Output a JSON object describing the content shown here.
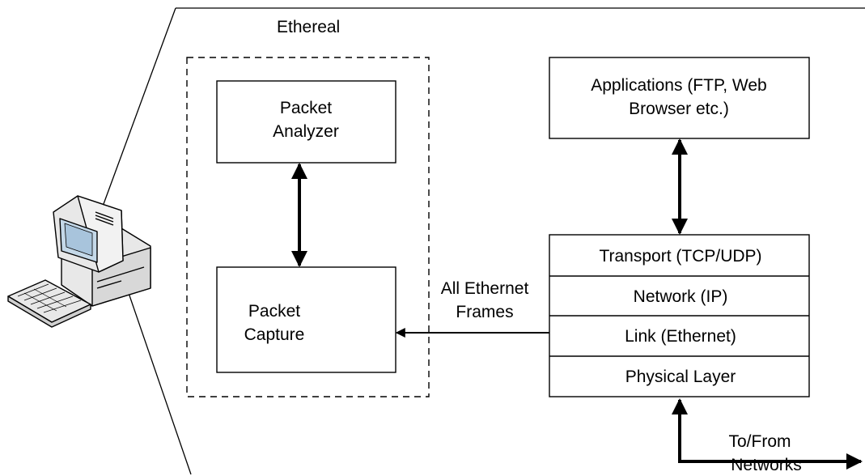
{
  "title": "Ethereal",
  "boxes": {
    "packet_analyzer": [
      "Packet",
      "Analyzer"
    ],
    "packet_capture": [
      "Packet",
      "Capture"
    ],
    "applications": [
      "Applications (FTP, Web",
      "Browser etc.)"
    ]
  },
  "stack_layers": [
    "Transport (TCP/UDP)",
    "Network (IP)",
    "Link (Ethernet)",
    "Physical Layer"
  ],
  "frames_label": [
    "All Ethernet",
    "Frames"
  ],
  "networks_label": [
    "To/From",
    "Networks"
  ],
  "icons": {
    "computer": "desktop-computer-icon"
  },
  "colors": {
    "stroke": "#000000",
    "monitor_screen": "#c4d8e8",
    "case": "#e8e8e8"
  }
}
